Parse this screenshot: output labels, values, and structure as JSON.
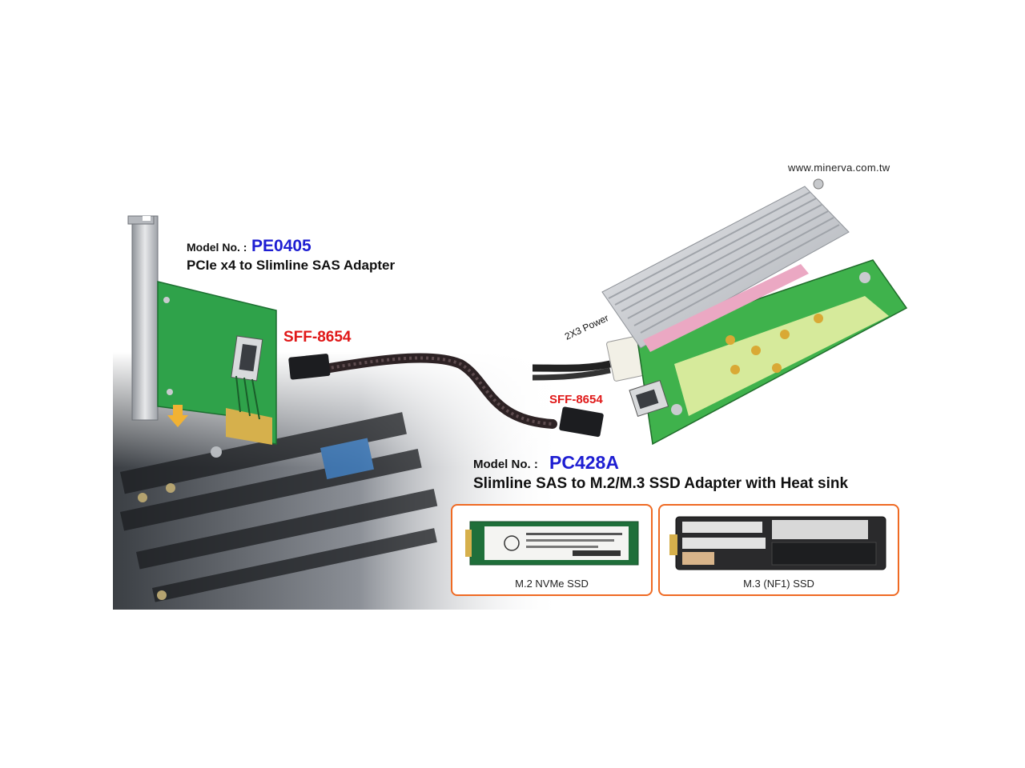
{
  "website": "www.minerva.com.tw",
  "product1": {
    "model_label": "Model No. :",
    "model_code": "PE0405",
    "subtitle": "PCIe x4 to Slimline SAS Adapter"
  },
  "product2": {
    "model_label": "Model No. :",
    "model_code": "PC428A",
    "subtitle": "Slimline SAS to M.2/M.3 SSD Adapter with Heat sink"
  },
  "labels": {
    "sff_left": "SFF-8654",
    "sff_right": "SFF-8654",
    "power": "2X3 Power"
  },
  "ssd_cards": [
    {
      "caption": "M.2 NVMe SSD"
    },
    {
      "caption": "M.3 (NF1) SSD"
    }
  ],
  "colors": {
    "accent_blue": "#1e1ed2",
    "accent_red": "#e01818",
    "box_border": "#ef6a23",
    "pcb_green": "#2fa24a"
  }
}
